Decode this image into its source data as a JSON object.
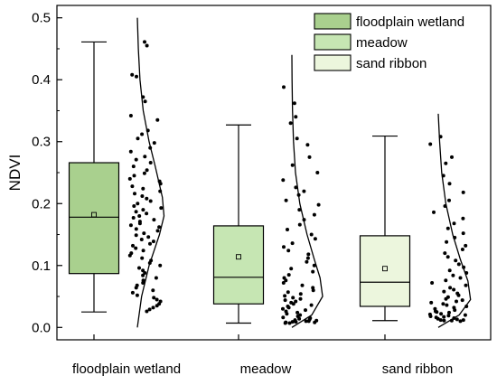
{
  "chart_data": {
    "type": "box",
    "categories": [
      "floodplain wetland",
      "meadow",
      "sand ribbon"
    ],
    "ylabel": "NDVI",
    "xlabel": "",
    "ylim": [
      -0.02,
      0.52
    ],
    "yticks": [
      0.0,
      0.1,
      0.2,
      0.3,
      0.4,
      0.5
    ],
    "yticks_text": [
      "0.0",
      "0.1",
      "0.2",
      "0.3",
      "0.4",
      "0.5"
    ],
    "legend": {
      "placement": "top-right",
      "entries": [
        "floodplain wetland",
        "meadow",
        "sand ribbon"
      ]
    },
    "colors": [
      "#a9d08e",
      "#c6e6b3",
      "#ecf6dd"
    ],
    "series": [
      {
        "name": "floodplain wetland",
        "whisker_low": 0.025,
        "q1": 0.087,
        "median": 0.178,
        "q3": 0.266,
        "whisker_high": 0.461,
        "mean": 0.182,
        "curve": [
          [
            0.0,
            0.0
          ],
          [
            0.05,
            0.13
          ],
          [
            0.1,
            0.36
          ],
          [
            0.15,
            0.68
          ],
          [
            0.18,
            0.82
          ],
          [
            0.21,
            0.77
          ],
          [
            0.26,
            0.55
          ],
          [
            0.3,
            0.36
          ],
          [
            0.35,
            0.18
          ],
          [
            0.4,
            0.08
          ],
          [
            0.45,
            0.03
          ],
          [
            0.5,
            0.0
          ]
        ],
        "points": [
          0.461,
          0.455,
          0.408,
          0.405,
          0.372,
          0.365,
          0.342,
          0.335,
          0.318,
          0.312,
          0.305,
          0.298,
          0.29,
          0.284,
          0.276,
          0.271,
          0.266,
          0.26,
          0.254,
          0.249,
          0.245,
          0.24,
          0.236,
          0.232,
          0.228,
          0.224,
          0.22,
          0.216,
          0.212,
          0.208,
          0.204,
          0.2,
          0.196,
          0.193,
          0.19,
          0.187,
          0.184,
          0.18,
          0.177,
          0.174,
          0.171,
          0.168,
          0.165,
          0.162,
          0.159,
          0.156,
          0.152,
          0.149,
          0.146,
          0.142,
          0.139,
          0.135,
          0.132,
          0.128,
          0.124,
          0.12,
          0.116,
          0.112,
          0.108,
          0.104,
          0.1,
          0.096,
          0.092,
          0.088,
          0.084,
          0.08,
          0.076,
          0.072,
          0.068,
          0.064,
          0.06,
          0.056,
          0.052,
          0.048,
          0.045,
          0.042,
          0.038,
          0.035,
          0.032,
          0.029,
          0.026
        ]
      },
      {
        "name": "meadow",
        "whisker_low": 0.007,
        "q1": 0.038,
        "median": 0.081,
        "q3": 0.164,
        "whisker_high": 0.327,
        "mean": 0.114,
        "curve": [
          [
            0.0,
            0.0
          ],
          [
            0.02,
            0.55
          ],
          [
            0.05,
            0.85
          ],
          [
            0.08,
            0.78
          ],
          [
            0.11,
            0.62
          ],
          [
            0.15,
            0.42
          ],
          [
            0.2,
            0.22
          ],
          [
            0.25,
            0.1
          ],
          [
            0.3,
            0.045
          ],
          [
            0.35,
            0.018
          ],
          [
            0.4,
            0.006
          ],
          [
            0.44,
            0.0
          ]
        ],
        "points": [
          0.388,
          0.362,
          0.34,
          0.33,
          0.305,
          0.295,
          0.275,
          0.262,
          0.25,
          0.238,
          0.226,
          0.22,
          0.214,
          0.205,
          0.198,
          0.19,
          0.182,
          0.174,
          0.166,
          0.158,
          0.15,
          0.143,
          0.136,
          0.13,
          0.124,
          0.118,
          0.112,
          0.106,
          0.1,
          0.095,
          0.09,
          0.085,
          0.08,
          0.076,
          0.072,
          0.068,
          0.064,
          0.06,
          0.057,
          0.054,
          0.051,
          0.048,
          0.046,
          0.044,
          0.042,
          0.04,
          0.038,
          0.036,
          0.034,
          0.032,
          0.03,
          0.028,
          0.026,
          0.024,
          0.022,
          0.02,
          0.018,
          0.016,
          0.015,
          0.014,
          0.013,
          0.012,
          0.011,
          0.01,
          0.01,
          0.009,
          0.009,
          0.008,
          0.008,
          0.008,
          0.007,
          0.007
        ]
      },
      {
        "name": "sand ribbon",
        "whisker_low": 0.011,
        "q1": 0.034,
        "median": 0.073,
        "q3": 0.148,
        "whisker_high": 0.309,
        "mean": 0.095,
        "curve": [
          [
            0.0,
            0.0
          ],
          [
            0.02,
            0.55
          ],
          [
            0.045,
            0.85
          ],
          [
            0.075,
            0.78
          ],
          [
            0.11,
            0.58
          ],
          [
            0.15,
            0.38
          ],
          [
            0.2,
            0.2
          ],
          [
            0.25,
            0.09
          ],
          [
            0.3,
            0.035
          ],
          [
            0.345,
            0.0
          ]
        ],
        "points": [
          0.308,
          0.296,
          0.275,
          0.265,
          0.245,
          0.232,
          0.218,
          0.205,
          0.196,
          0.186,
          0.176,
          0.168,
          0.16,
          0.152,
          0.145,
          0.138,
          0.132,
          0.126,
          0.12,
          0.114,
          0.108,
          0.102,
          0.097,
          0.092,
          0.088,
          0.084,
          0.08,
          0.076,
          0.072,
          0.068,
          0.064,
          0.061,
          0.058,
          0.055,
          0.052,
          0.049,
          0.046,
          0.044,
          0.042,
          0.04,
          0.038,
          0.036,
          0.034,
          0.032,
          0.03,
          0.028,
          0.026,
          0.025,
          0.024,
          0.022,
          0.021,
          0.02,
          0.019,
          0.018,
          0.017,
          0.016,
          0.015,
          0.014,
          0.013,
          0.012,
          0.012,
          0.011,
          0.011,
          0.01
        ]
      }
    ]
  }
}
